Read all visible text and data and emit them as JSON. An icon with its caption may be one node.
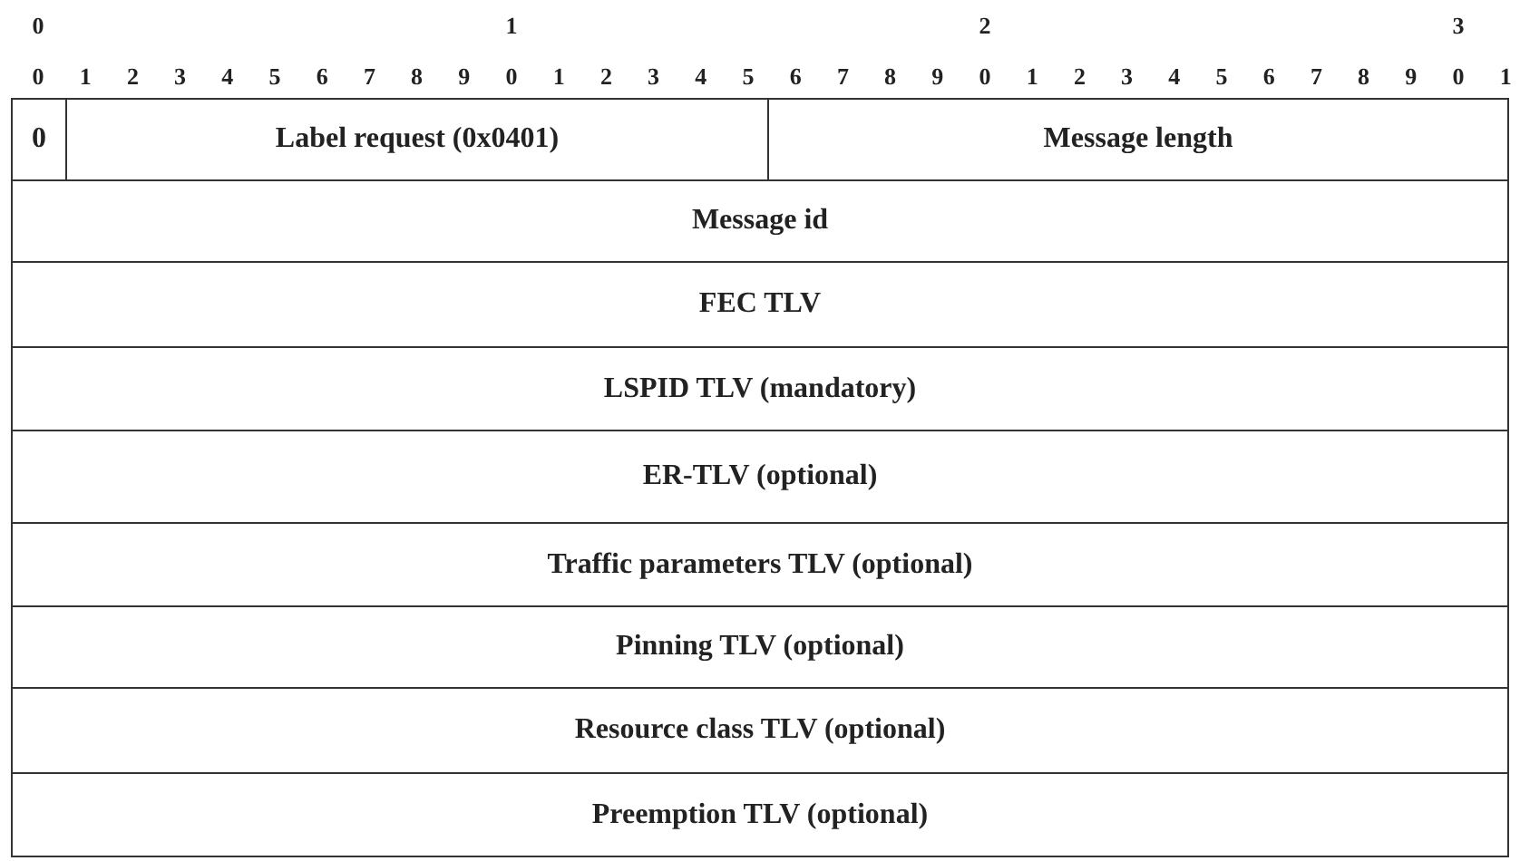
{
  "diagram": {
    "nodes": [
      {
        "text": [
          "0"
        ]
      },
      {
        "text": [
          "Label request (0x0401)"
        ]
      },
      {
        "text": [
          "Message length"
        ]
      },
      {
        "text": [
          "Message id"
        ]
      },
      {
        "text": [
          "FEC TLV"
        ]
      },
      {
        "text": [
          "LSPID TLV (mandatory)"
        ]
      },
      {
        "text": [
          "ER-TLV (optional)"
        ]
      },
      {
        "text": [
          "Traffic parameters TLV (optional)"
        ]
      },
      {
        "text": [
          "Pinning TLV (optional)"
        ]
      },
      {
        "text": [
          "Resource class TLV (optional)"
        ]
      },
      {
        "text": [
          "Preemption TLV (optional)"
        ]
      }
    ],
    "labels": [
      "0",
      "1",
      "2",
      "3",
      "0",
      "1",
      "2",
      "3",
      "4",
      "5",
      "6",
      "7",
      "8",
      "9",
      "0",
      "1",
      "2",
      "3",
      "4",
      "5",
      "6",
      "7",
      "8",
      "9",
      "0",
      "1",
      "2",
      "3",
      "4",
      "5",
      "6",
      "7",
      "8",
      "9",
      "0",
      "1"
    ]
  }
}
